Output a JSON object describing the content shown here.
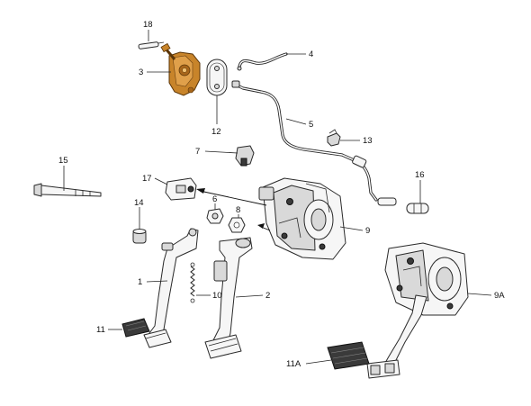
{
  "diagram": {
    "highlight_color": "#c8842a",
    "labels": {
      "l18": "18",
      "l3": "3",
      "l4": "4",
      "l12": "12",
      "l5": "5",
      "l13": "13",
      "l7": "7",
      "l15": "15",
      "l16": "16",
      "l17": "17",
      "l6": "6",
      "l8": "8",
      "l14": "14",
      "l9": "9",
      "l1": "1",
      "l10": "10",
      "l2": "2",
      "l9a": "9A",
      "l11": "11",
      "l11a": "11A"
    }
  }
}
